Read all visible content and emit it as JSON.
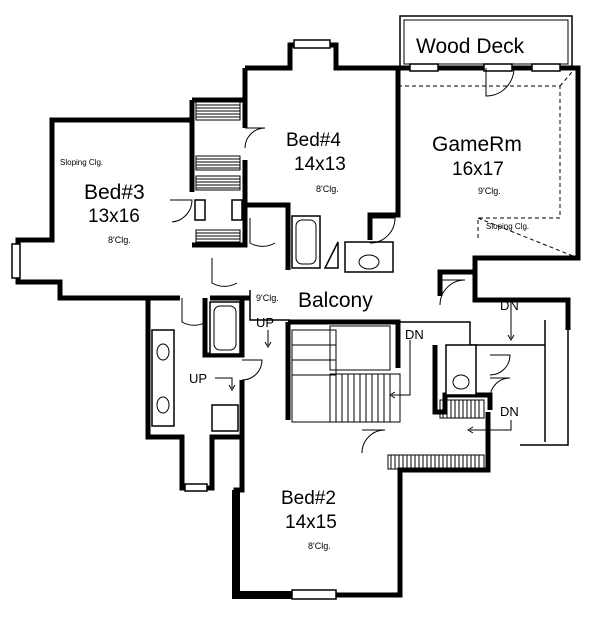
{
  "rooms": {
    "deck": {
      "name": "Wood Deck"
    },
    "bed4": {
      "name": "Bed#4",
      "size": "14x13",
      "ceiling": "8'Clg."
    },
    "gameroom": {
      "name": "GameRm",
      "size": "16x17",
      "ceiling": "9'Clg.",
      "note": "Sloping Clg."
    },
    "bed3": {
      "name": "Bed#3",
      "size": "13x16",
      "ceiling": "8'Clg.",
      "note": "Sloping Clg."
    },
    "balcony": {
      "name": "Balcony",
      "ceiling": "9'Clg."
    },
    "bed2": {
      "name": "Bed#2",
      "size": "14x15",
      "ceiling": "8'Clg."
    }
  },
  "stairs": {
    "up_1": "UP",
    "up_2": "UP",
    "dn_1": "DN",
    "dn_2": "DN",
    "dn_3": "DN"
  }
}
